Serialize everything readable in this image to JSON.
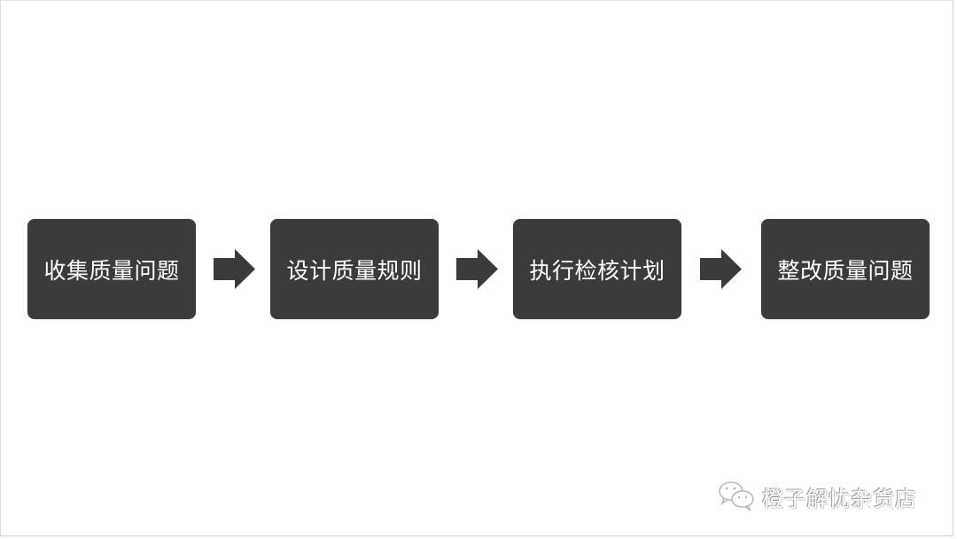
{
  "diagram": {
    "type": "process-flow",
    "steps": [
      {
        "label": "收集质量问题"
      },
      {
        "label": "设计质量规则"
      },
      {
        "label": "执行检核计划"
      },
      {
        "label": "整改质量问题"
      }
    ],
    "connector": "right-arrow",
    "colors": {
      "box_fill": "#3b3b3b",
      "box_text": "#ffffff",
      "arrow_fill": "#3b3b3b",
      "background": "#ffffff"
    }
  },
  "watermark": {
    "icon": "wechat-icon",
    "text": "橙子解忧杂货店"
  }
}
